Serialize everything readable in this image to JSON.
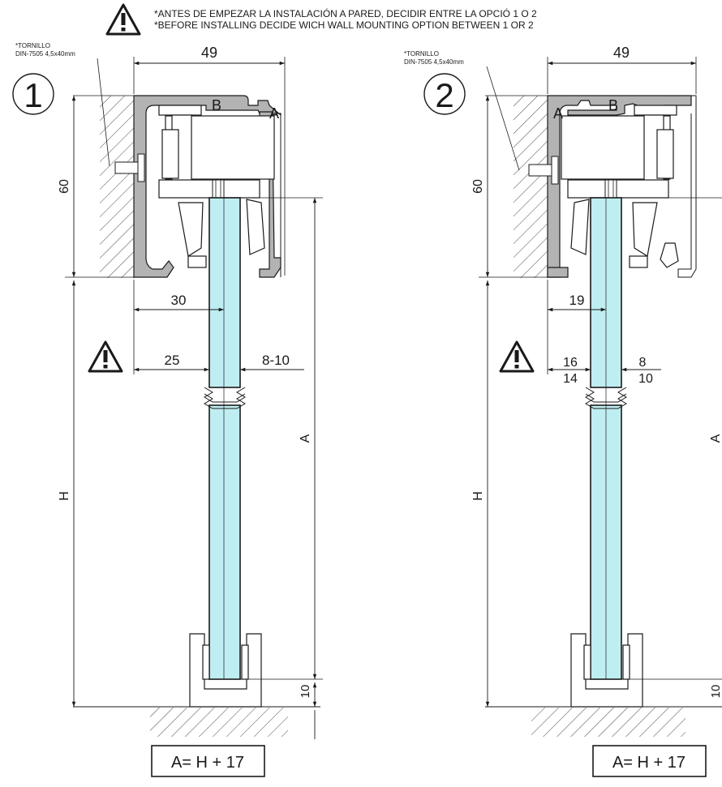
{
  "header": {
    "line_es": "*ANTES DE EMPEZAR LA INSTALACIÓN A PARED, DECIDIR ENTRE LA OPCIÓ 1 O 2",
    "line_en": "*BEFORE INSTALLING DECIDE WICH WALL MOUNTING OPTION BETWEEN 1 OR 2"
  },
  "options": [
    {
      "number": "1",
      "screw_title": "*TORNILLO",
      "screw_spec": "DIN-7505 4,5x40mm",
      "dim_width": "49",
      "dim_height": "60",
      "dim_glass_axis": "30",
      "dim_wall_gap": "25",
      "dim_glass_thickness": "8-10",
      "dim_floor_gap": "10",
      "label_a": "A",
      "label_b": "B",
      "label_h": "H",
      "label_a_dim": "A",
      "formula": "A= H + 17"
    },
    {
      "number": "2",
      "screw_title": "*TORNILLO",
      "screw_spec": "DIN-7505 4,5x40mm",
      "dim_width": "49",
      "dim_height": "60",
      "dim_glass_axis": "19",
      "dim_wall_gap_top": "16",
      "dim_wall_gap_bottom": "14",
      "dim_glass_top": "8",
      "dim_glass_bottom": "10",
      "dim_floor_gap": "10",
      "label_a": "A",
      "label_b": "B",
      "label_h": "H",
      "label_a_dim": "A",
      "formula": "A= H + 17"
    }
  ]
}
